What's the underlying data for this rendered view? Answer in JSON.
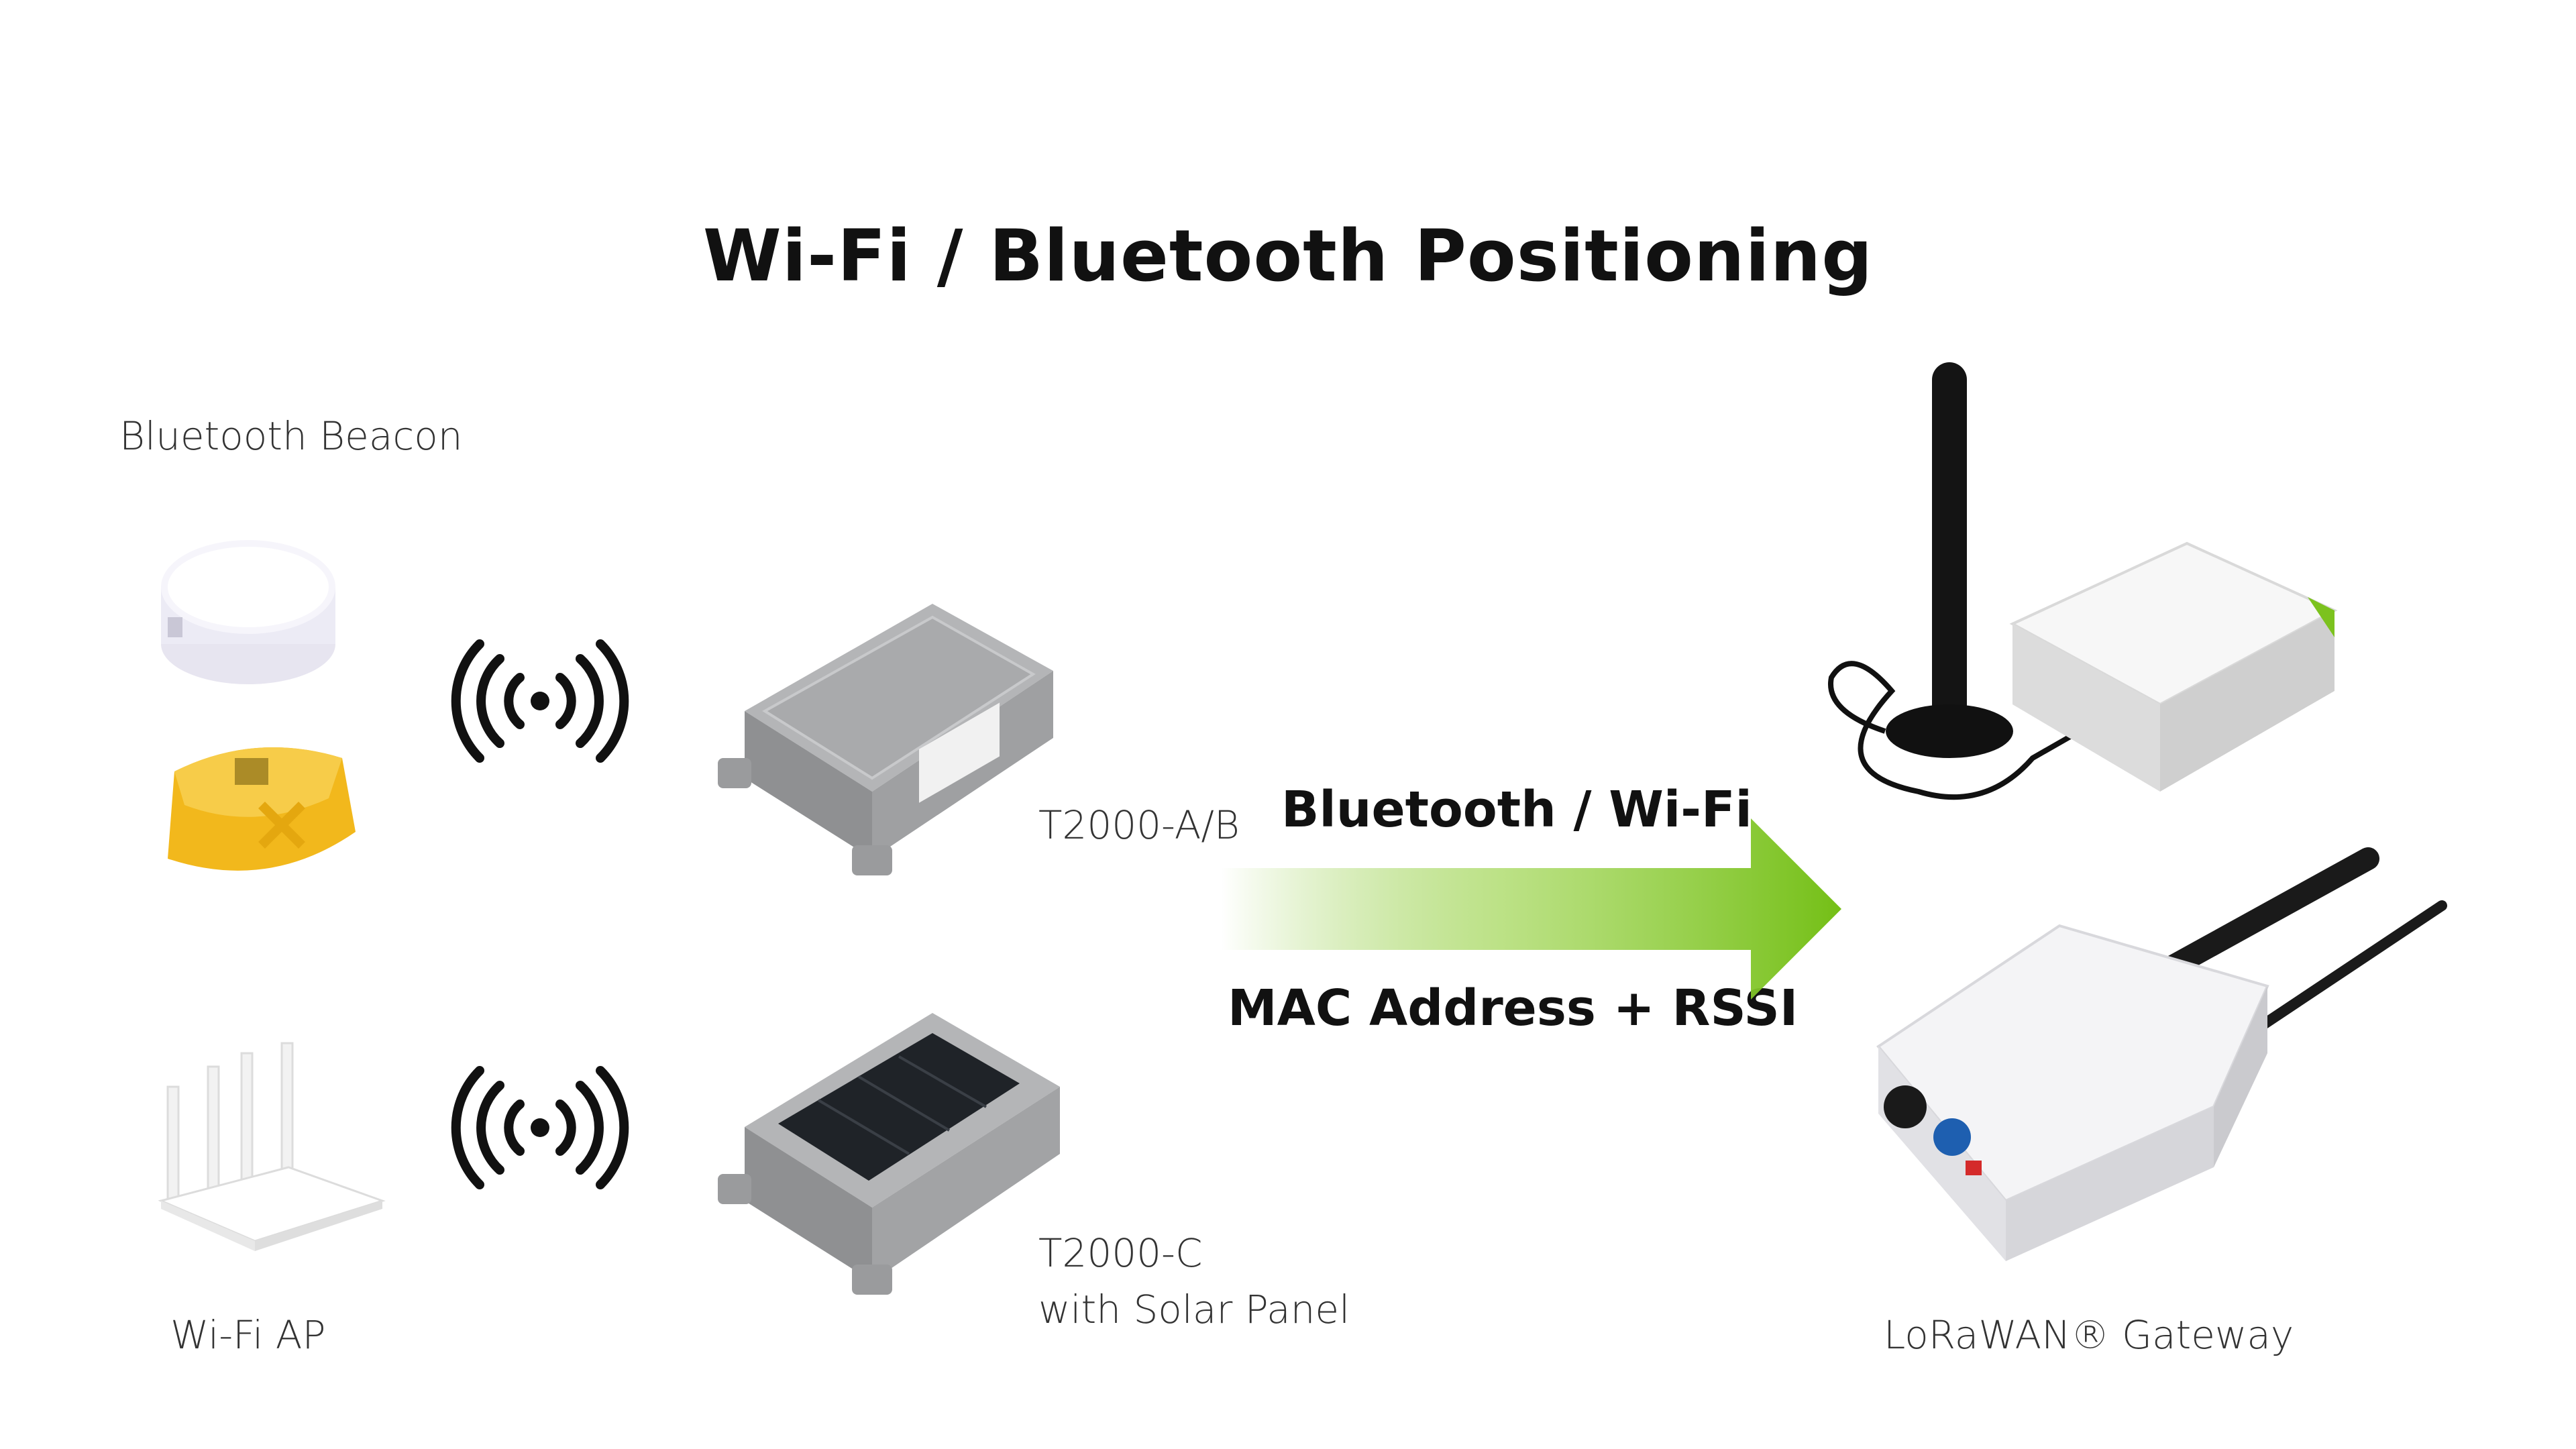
{
  "diagram": {
    "title": "Wi-Fi / Bluetooth Positioning",
    "labels": {
      "bluetooth_beacon": "Bluetooth Beacon",
      "wifi_ap": "Wi-Fi AP",
      "tracker_ab": "T2000-A/B",
      "tracker_c": "T2000-C\nwith Solar Panel",
      "gateway": "LoRaWAN® Gateway"
    },
    "flow": {
      "top_label": "Bluetooth / Wi-Fi",
      "bottom_label": "MAC Address + RSSI"
    },
    "colors": {
      "arrow": "#7cc21e",
      "beacon_yellow": "#f2b81c",
      "tracker_gray": "#a8a9ab",
      "solar_panel": "#1f2328"
    },
    "icons": [
      "signal-waves-icon",
      "signal-waves-icon"
    ]
  }
}
